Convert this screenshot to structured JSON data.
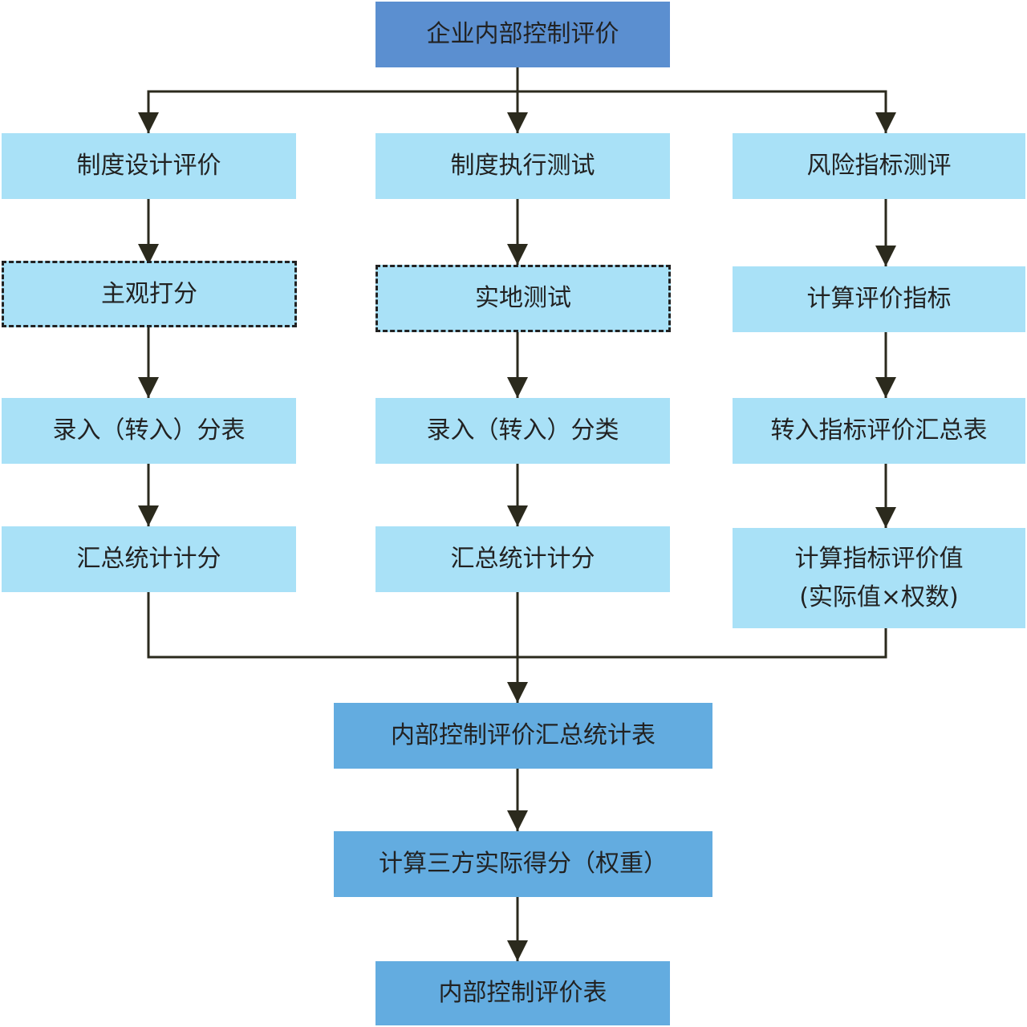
{
  "diagram": {
    "top": "企业内部控制评价",
    "columns": [
      {
        "head": "制度设计评价",
        "steps": [
          "主观打分",
          "录入（转入）分表",
          "汇总统计计分"
        ]
      },
      {
        "head": "制度执行测试",
        "steps": [
          "实地测试",
          "录入（转入）分类",
          "汇总统计计分"
        ]
      },
      {
        "head": "风险指标测评",
        "steps": [
          "计算评价指标",
          "转入指标评价汇总表",
          "计算指标评价值",
          "(实际值×权数)"
        ]
      }
    ],
    "summary": "内部控制评价汇总统计表",
    "weighted": "计算三方实际得分（权重）",
    "final": "内部控制评价表"
  },
  "colors": {
    "top_box": "#5b8fd0",
    "column_box": "#a9e1f7",
    "bottom_box": "#63ace0",
    "line": "#2b2a1d"
  }
}
